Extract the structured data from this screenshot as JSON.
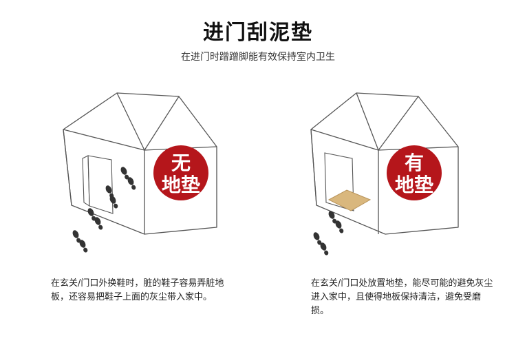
{
  "header": {
    "title": "进门刮泥垫",
    "subtitle": "在进门时蹭蹭脚能有效保持室内卫生"
  },
  "scenes": [
    {
      "badge_line1": "无",
      "badge_line2": "地垫",
      "caption": "在玄关/门口外换鞋时，脏的鞋子容易弄脏地板，还容易把鞋子上面的灰尘带入家中。"
    },
    {
      "badge_line1": "有",
      "badge_line2": "地垫",
      "caption": "在玄关/门口处放置地垫，能尽可能的避免灰尘进入家中，且使得地板保持清洁，避免受磨损。"
    }
  ],
  "colors": {
    "badge": "#b5161b",
    "house_stroke": "#555555",
    "mat": "#d9b77d",
    "footprint": "#333333"
  }
}
